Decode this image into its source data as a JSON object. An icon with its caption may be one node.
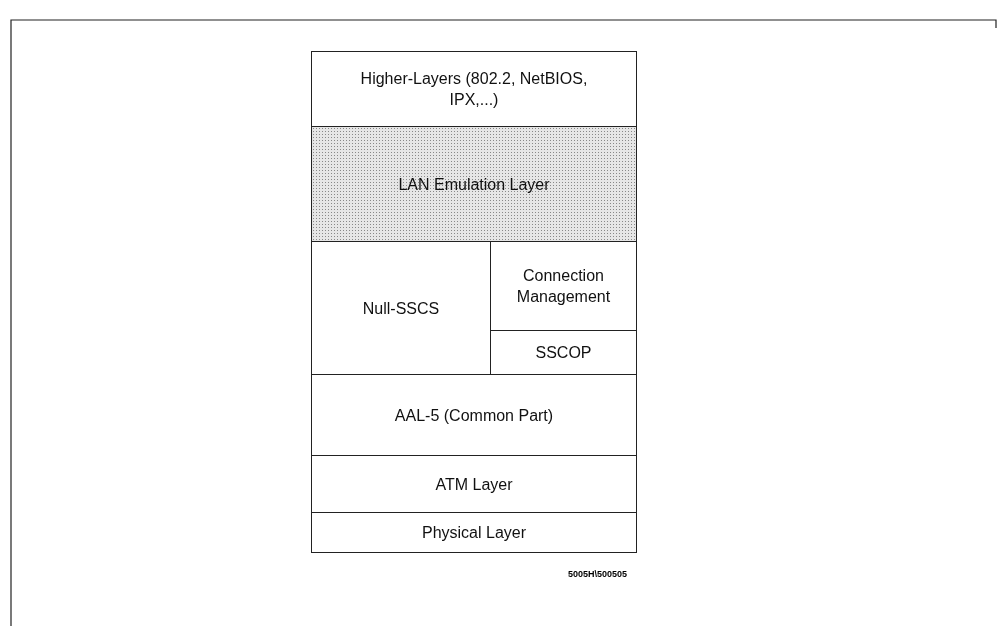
{
  "diagram": {
    "nodes": [
      {
        "text": [
          "Higher-Layers (802.2, NetBIOS, IPX,...)"
        ]
      },
      {
        "text": [
          "LAN Emulation Layer"
        ]
      },
      {
        "text": [
          "Null-SSCS"
        ]
      },
      {
        "text": [
          "Connection Management"
        ]
      },
      {
        "text": [
          "SSCOP"
        ]
      },
      {
        "text": [
          "AAL-5 (Common Part)"
        ]
      },
      {
        "text": [
          "ATM Layer"
        ]
      },
      {
        "text": [
          "Physical Layer"
        ]
      }
    ],
    "labels": [
      "5005H\\500505"
    ]
  }
}
